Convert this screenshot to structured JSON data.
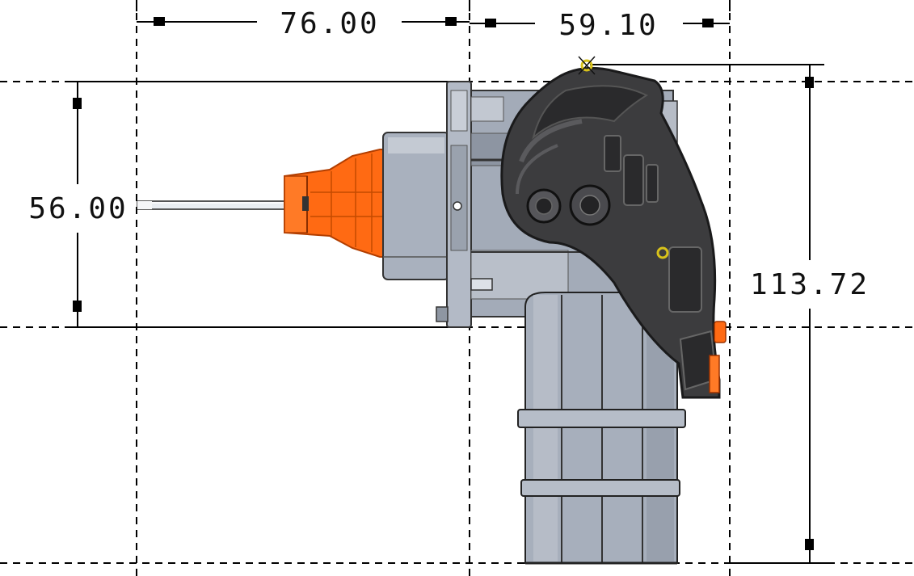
{
  "dimensions": {
    "top_left": "76.00",
    "top_right": "59.10",
    "left_vertical": "56.00",
    "right_vertical": "113.72"
  },
  "colors": {
    "background": "#ffffff",
    "line": "#000000",
    "body_gray": "#a9b1be",
    "body_gray_light": "#c4cad3",
    "body_gray_dark": "#7c8592",
    "bracket": "#3c3c3e",
    "bracket_dark": "#232325",
    "connector_orange": "#ff6a13",
    "marker_yellow": "#d8c21a"
  }
}
